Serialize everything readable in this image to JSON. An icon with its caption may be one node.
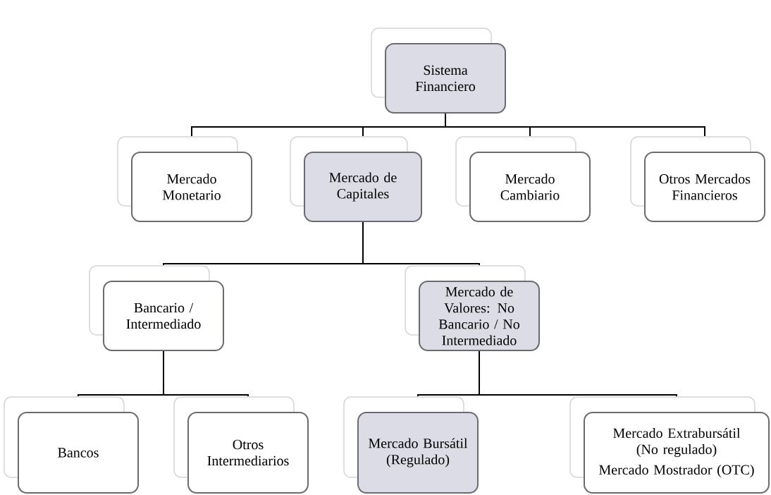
{
  "diagram": {
    "nodes": [
      {
        "text": [
          "Sistema Financiero"
        ]
      },
      {
        "text": [
          "Mercado Monetario"
        ]
      },
      {
        "text": [
          "Mercado de Capitales"
        ]
      },
      {
        "text": [
          "Mercado Cambiario"
        ]
      },
      {
        "text": [
          "Otros Mercados Financieros"
        ]
      },
      {
        "text": [
          "Bancario / Intermediado"
        ]
      },
      {
        "text": [
          "Mercado de Valores: No Bancario / No Intermediado"
        ]
      },
      {
        "text": [
          "Bancos"
        ]
      },
      {
        "text": [
          "Otros Intermediarios"
        ]
      },
      {
        "text": [
          "Mercado Bursátil (Regulado)"
        ]
      },
      {
        "text": [
          "Mercado Extrabursátil (No regulado)",
          "Mercado Mostrador (OTC)"
        ]
      }
    ],
    "edges": [
      {
        "from": 0,
        "to": 1,
        "arrow": "none"
      },
      {
        "from": 0,
        "to": 2,
        "arrow": "none"
      },
      {
        "from": 0,
        "to": 3,
        "arrow": "none"
      },
      {
        "from": 0,
        "to": 4,
        "arrow": "none"
      },
      {
        "from": 2,
        "to": 5,
        "arrow": "none"
      },
      {
        "from": 2,
        "to": 6,
        "arrow": "none"
      },
      {
        "from": 5,
        "to": 7,
        "arrow": "none"
      },
      {
        "from": 5,
        "to": 8,
        "arrow": "none"
      },
      {
        "from": 6,
        "to": 9,
        "arrow": "none"
      },
      {
        "from": 6,
        "to": 10,
        "arrow": "none"
      }
    ]
  }
}
